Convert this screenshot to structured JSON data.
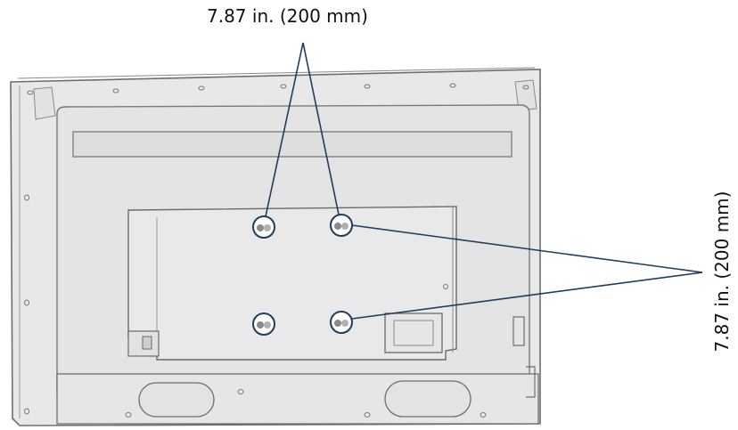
{
  "diagram": {
    "subject": "tv-back-panel",
    "vesa_horizontal_label": "7.87 in. (200 mm)",
    "vesa_vertical_label": "7.87 in. (200 mm)",
    "colors": {
      "body_fill": "#e8e8e8",
      "panel_fill": "#e3e3e3",
      "outline": "#6e6e6e",
      "callout": "#1f3e5e",
      "screw": "#8a8a8a"
    }
  }
}
